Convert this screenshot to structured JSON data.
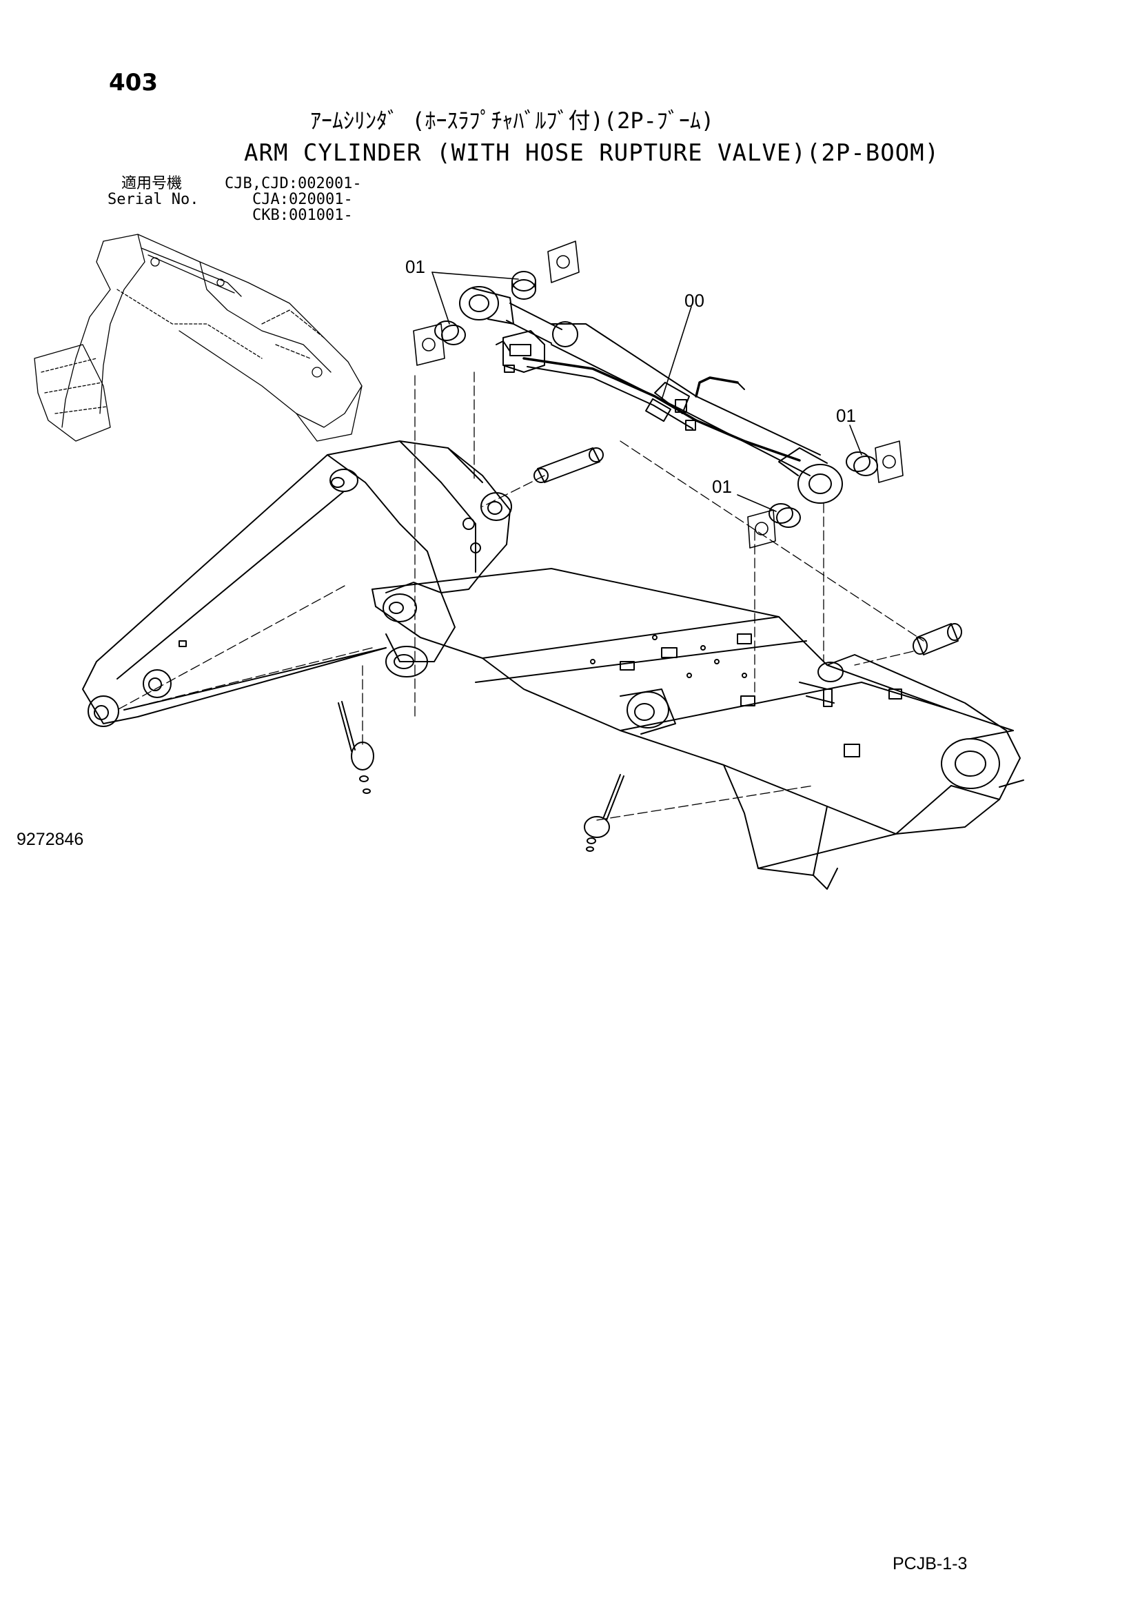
{
  "page": {
    "number": "403",
    "title_jp": "ｱｰﾑｼﾘﾝﾀﾞ (ﾎｰｽﾗﾌﾟﾁｬﾊﾞﾙﾌﾞ付)(2P-ﾌﾞｰﾑ)",
    "title_en": "ARM CYLINDER (WITH HOSE RUPTURE VALVE)(2P-BOOM)",
    "serial_label_jp": "適用号機",
    "serial_label_en": "Serial No.",
    "serial_ranges": [
      "CJB,CJD:002001-",
      "CJA:020001-",
      "CKB:001001-"
    ],
    "drawing_number": "9272846",
    "page_code": "PCJB-1-3"
  },
  "callouts": {
    "bushing_top_left": "01",
    "cylinder_assembly": "00",
    "bushing_right": "01",
    "bushing_lower": "01"
  }
}
